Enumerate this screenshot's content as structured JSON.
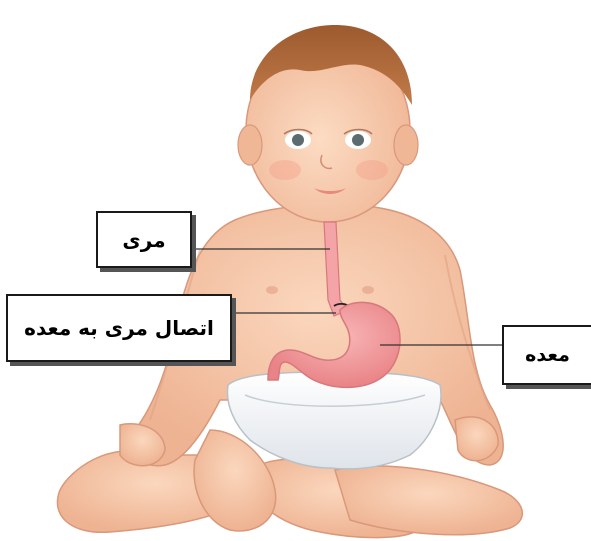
{
  "labels": {
    "esophagus": "مری",
    "gastroesophageal_junction": "اتصال مری به معده",
    "stomach": "معده"
  },
  "colors": {
    "skin": "#f6c6a6",
    "skin_shadow": "#e4a687",
    "hair": "#b06a3c",
    "diaper": "#f4f6f8",
    "stomach": "#f29a9c",
    "esophagus": "#f4a3a6",
    "leader_line": "#333333"
  },
  "icons": {
    "figure": "baby-illustration",
    "organ": "stomach-organ"
  }
}
